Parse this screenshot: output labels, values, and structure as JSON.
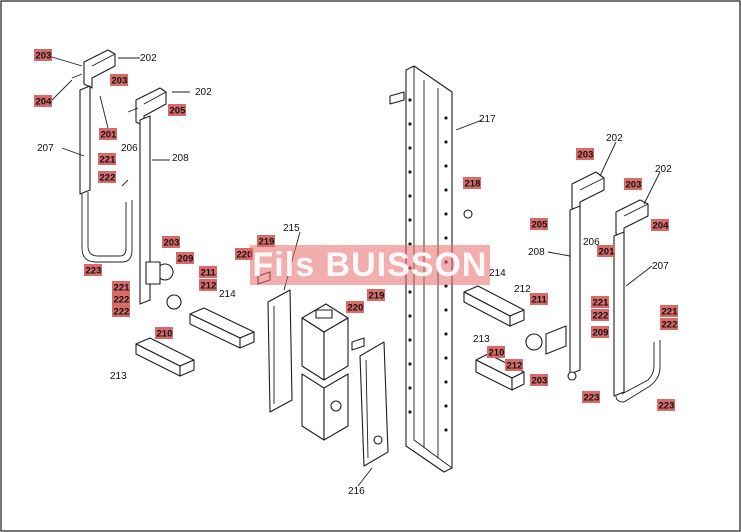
{
  "diagram": {
    "watermark": "Fils BUISSON",
    "tag_color": "#d86a6a",
    "plain_labels": {
      "l202a": "202",
      "l202b": "202",
      "l206a": "206",
      "l207a": "207",
      "l208a": "208",
      "l214a": "214",
      "l213a": "213",
      "l215": "215",
      "l217": "217",
      "l216": "216",
      "l214b": "214",
      "l212a": "212",
      "l213b": "213",
      "l202c": "202",
      "l202d": "202",
      "l208b": "208",
      "l206b": "206",
      "l207b": "207"
    },
    "tagged_labels": {
      "t203a": "203",
      "t204a": "204",
      "t201a": "201",
      "t205a": "205",
      "t203b": "203",
      "t221a": "221",
      "t222a": "222",
      "t223a": "223",
      "t203c": "203",
      "t209a": "209",
      "t221b": "221",
      "t222b": "222",
      "t222c": "222",
      "t211a": "211",
      "t212a": "212",
      "t210a": "210",
      "t220a": "220",
      "t219a": "219",
      "t220b": "220",
      "t219b": "219",
      "t218": "218",
      "t211b": "211",
      "t210b": "210",
      "t212b": "212",
      "t203d": "203",
      "t221c": "221",
      "t222d": "222",
      "t209b": "209",
      "t223b": "223",
      "t205b": "205",
      "t203e": "203",
      "t201b": "201",
      "t203f": "203",
      "t204b": "204",
      "t221d": "221",
      "t222e": "222",
      "t223c": "223"
    }
  }
}
